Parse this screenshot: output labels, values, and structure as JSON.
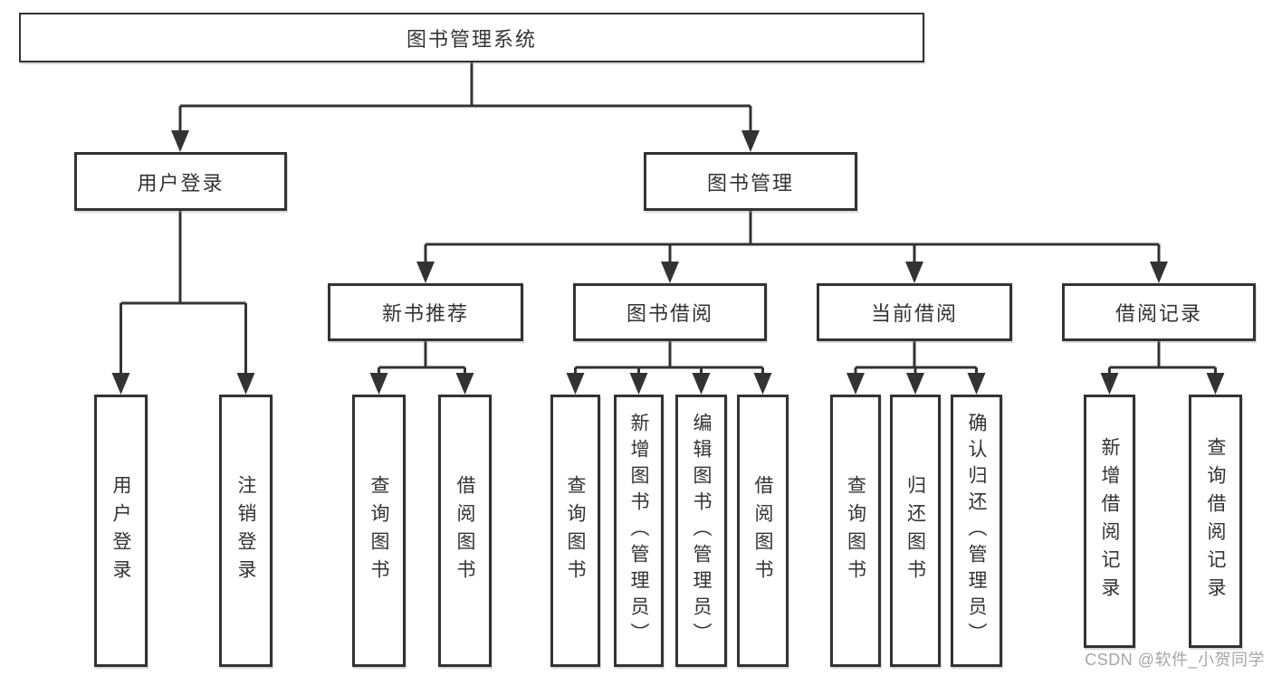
{
  "diagram": {
    "type": "tree",
    "colors": {
      "line": "#333333",
      "box_border": "#333333",
      "box_fill": "#ffffff",
      "text": "#333333",
      "background": "#ffffff",
      "watermark": "#a0a0a0"
    },
    "watermark": "CSDN @软件_小贺同学",
    "root": {
      "label": "图书管理系统",
      "children": [
        {
          "label": "用户登录",
          "children": [
            {
              "label": "用户登录"
            },
            {
              "label": "注销登录"
            }
          ]
        },
        {
          "label": "图书管理",
          "children": [
            {
              "label": "新书推荐",
              "children": [
                {
                  "label": "查询图书"
                },
                {
                  "label": "借阅图书"
                }
              ]
            },
            {
              "label": "图书借阅",
              "children": [
                {
                  "label": "查询图书"
                },
                {
                  "label": "新增图书（管理员）"
                },
                {
                  "label": "编辑图书（管理员）"
                },
                {
                  "label": "借阅图书"
                }
              ]
            },
            {
              "label": "当前借阅",
              "children": [
                {
                  "label": "查询图书"
                },
                {
                  "label": "归还图书"
                },
                {
                  "label": "确认归还（管理员）"
                }
              ]
            },
            {
              "label": "借阅记录",
              "children": [
                {
                  "label": "新增借阅记录"
                },
                {
                  "label": "查询借阅记录"
                }
              ]
            }
          ]
        }
      ]
    }
  }
}
